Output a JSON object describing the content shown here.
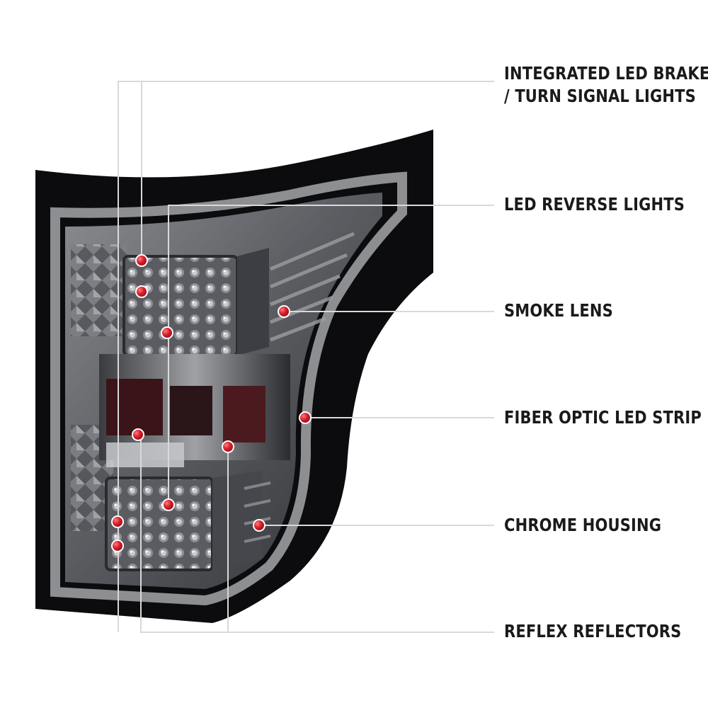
{
  "callouts": [
    {
      "id": "brake-turn",
      "lines": [
        "INTEGRATED LED BRAKE",
        "/ TURN SIGNAL LIGHTS"
      ]
    },
    {
      "id": "reverse",
      "lines": [
        "LED REVERSE LIGHTS"
      ]
    },
    {
      "id": "smoke-lens",
      "lines": [
        "SMOKE LENS"
      ]
    },
    {
      "id": "fiber-optic",
      "lines": [
        "FIBER OPTIC LED STRIP"
      ]
    },
    {
      "id": "chrome-housing",
      "lines": [
        "CHROME HOUSING"
      ]
    },
    {
      "id": "reflex",
      "lines": [
        "REFLEX REFLECTORS"
      ]
    }
  ],
  "colors": {
    "leader_line": "#d9d9d9",
    "marker_dot": "#d81e2a",
    "housing_outer": "#0c0c0e",
    "lens_smoke": "#4a4c52",
    "fiber_strip": "#b8babd"
  },
  "icons": {
    "marker": "red-dot-marker-icon",
    "product": "tail-light-illustration-icon"
  }
}
